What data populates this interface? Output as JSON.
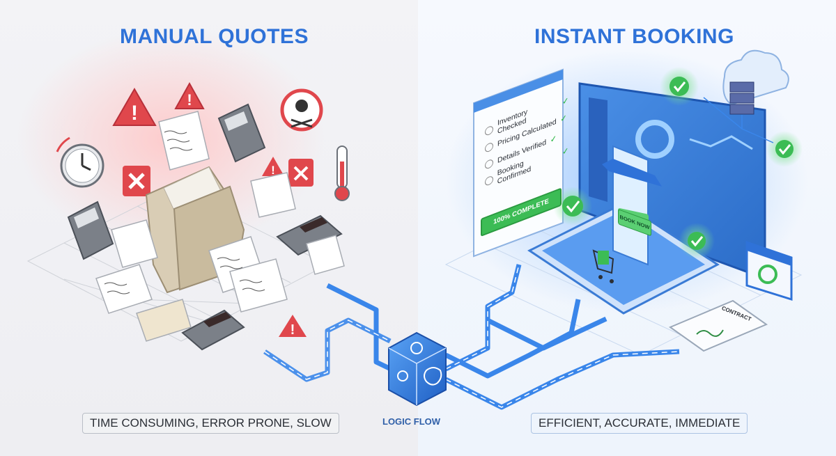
{
  "left_panel": {
    "title": "MANUAL QUOTES",
    "caption": "TIME CONSUMING, ERROR PRONE, SLOW"
  },
  "right_panel": {
    "title": "INSTANT BOOKING",
    "caption": "EFFICIENT, ACCURATE, IMMEDIATE",
    "checklist": [
      "Inventory Checked",
      "Pricing Calculated",
      "Details Verified",
      "Booking Confirmed"
    ],
    "progress_label": "100% COMPLETE",
    "book_button": "BOOK NOW",
    "contract_label": "CONTRACT"
  },
  "center": {
    "label": "LOGIC FLOW"
  },
  "colors": {
    "accent_blue": "#2f72d8",
    "error_red": "#e0474c",
    "success_green": "#3cbc55",
    "flow_blue": "#3a86ea"
  },
  "icons": [
    "warning-icon",
    "error-x-icon",
    "skull-icon",
    "clock-icon",
    "thermometer-icon",
    "calculator-icon",
    "folder-icon",
    "gear-icon",
    "brain-icon",
    "cart-icon",
    "store-icon",
    "server-icon",
    "cloud-icon",
    "calendar-icon",
    "checkmark-icon"
  ]
}
